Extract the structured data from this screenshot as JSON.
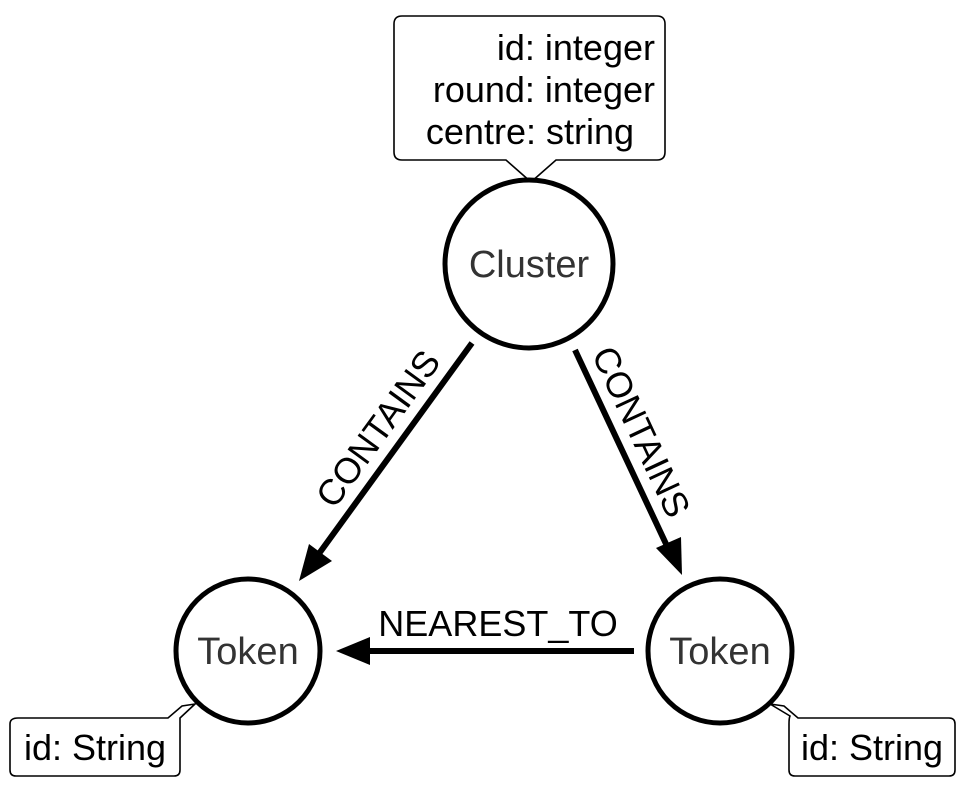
{
  "nodes": {
    "cluster": {
      "label": "Cluster"
    },
    "token_left": {
      "label": "Token"
    },
    "token_right": {
      "label": "Token"
    }
  },
  "edges": {
    "contains_left": {
      "label": "CONTAINS"
    },
    "contains_right": {
      "label": "CONTAINS"
    },
    "nearest_to": {
      "label": "NEAREST_TO"
    }
  },
  "properties": {
    "cluster": [
      "id: integer",
      "round: integer",
      "centre: string"
    ],
    "token_left": [
      "id: String"
    ],
    "token_right": [
      "id: String"
    ]
  }
}
